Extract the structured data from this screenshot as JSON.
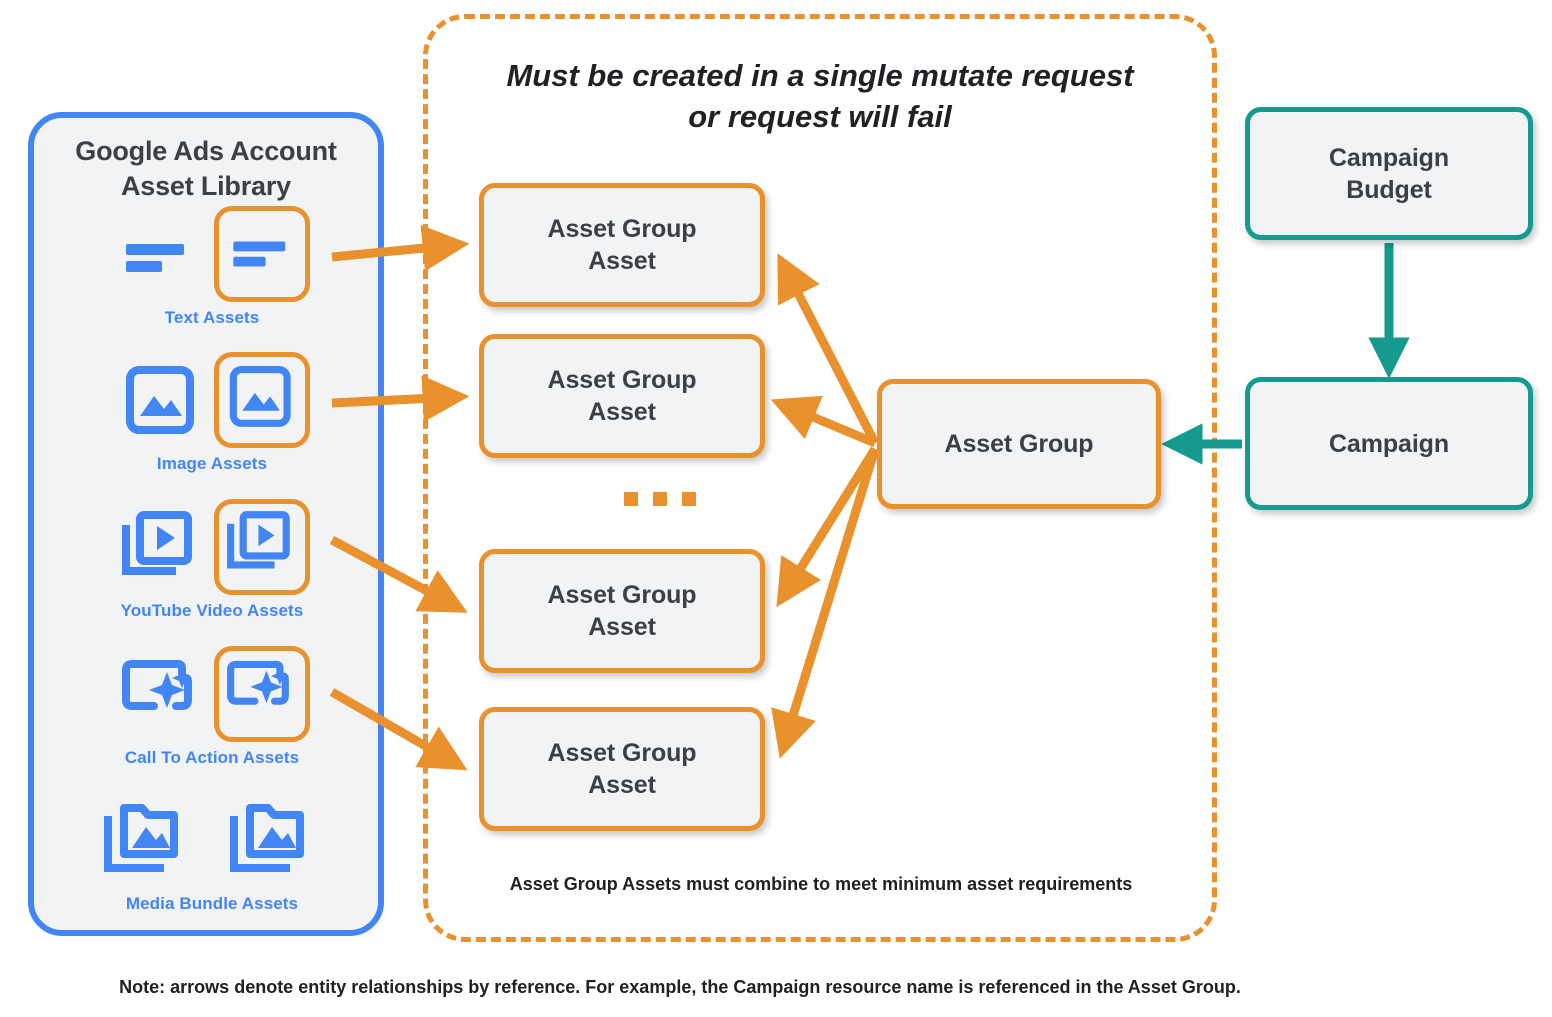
{
  "diagram": {
    "title_note": "Note: arrows denote entity relationships by reference. For example, the Campaign resource name is referenced in the Asset Group."
  },
  "asset_library": {
    "title_line1": "Google Ads Account",
    "title_line2": "Asset Library",
    "border_color": "#4285f4",
    "fill_color": "#f1f3f4",
    "rows": [
      {
        "caption": "Text Assets",
        "icon": "text-asset-icon"
      },
      {
        "caption": "Image Assets",
        "icon": "image-asset-icon"
      },
      {
        "caption": "YouTube Video  Assets",
        "icon": "youtube-video-asset-icon"
      },
      {
        "caption": "Call To Action Assets",
        "icon": "call-to-action-asset-icon"
      },
      {
        "caption": "Media Bundle  Assets",
        "icon": "media-bundle-asset-icon"
      }
    ]
  },
  "mutate_container": {
    "title": "Must be created in a single mutate request or request will fail",
    "title_line1": "Must be created in a single mutate request",
    "title_line2": "or request will fail",
    "footnote": "Asset Group Assets must combine to meet minimum asset requirements",
    "border_color": "#e8912d",
    "border_style": "dashed"
  },
  "nodes": {
    "asset_group_assets": [
      {
        "label": "Asset Group Asset",
        "line1": "Asset Group",
        "line2": "Asset"
      },
      {
        "label": "Asset Group Asset",
        "line1": "Asset Group",
        "line2": "Asset"
      },
      {
        "label": "Asset Group Asset",
        "line1": "Asset Group",
        "line2": "Asset"
      },
      {
        "label": "Asset Group Asset",
        "line1": "Asset Group",
        "line2": "Asset"
      }
    ],
    "ellipsis": "...",
    "asset_group": {
      "label": "Asset Group",
      "border_color": "#e8912d"
    },
    "campaign_budget": {
      "line1": "Campaign",
      "line2": "Budget",
      "border_color": "#149b8e"
    },
    "campaign": {
      "label": "Campaign",
      "border_color": "#149b8e"
    }
  },
  "colors": {
    "orange": "#e8912d",
    "blue": "#4285f4",
    "teal": "#149b8e",
    "node_fill": "#f1f3f4",
    "text": "#3c4043"
  },
  "connections": [
    {
      "from": "text-assets-icon",
      "to": "asset-group-asset-1",
      "color": "#e8912d"
    },
    {
      "from": "image-assets-icon",
      "to": "asset-group-asset-2",
      "color": "#e8912d"
    },
    {
      "from": "youtube-video-assets-icon",
      "to": "asset-group-asset-3",
      "color": "#e8912d"
    },
    {
      "from": "call-to-action-assets-icon",
      "to": "asset-group-asset-4",
      "color": "#e8912d"
    },
    {
      "from": "asset-group",
      "to": "asset-group-asset-1",
      "color": "#e8912d"
    },
    {
      "from": "asset-group",
      "to": "asset-group-asset-2",
      "color": "#e8912d"
    },
    {
      "from": "asset-group",
      "to": "asset-group-asset-3",
      "color": "#e8912d"
    },
    {
      "from": "asset-group",
      "to": "asset-group-asset-4",
      "color": "#e8912d"
    },
    {
      "from": "campaign-budget",
      "to": "campaign",
      "color": "#149b8e"
    },
    {
      "from": "campaign",
      "to": "asset-group",
      "color": "#149b8e"
    }
  ]
}
